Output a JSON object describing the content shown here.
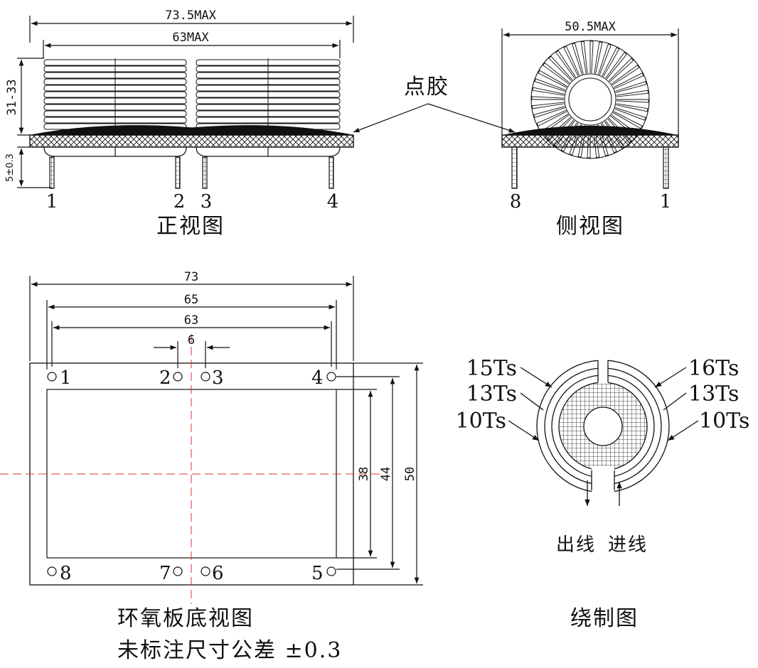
{
  "front_view": {
    "caption": "正视图",
    "dim_overall": "73.5MAX",
    "dim_inner": "63MAX",
    "dim_height": "31-33",
    "dim_pin": "5±0.3",
    "pins": [
      "1",
      "2",
      "3",
      "4"
    ]
  },
  "side_view": {
    "caption": "侧视图",
    "dim_width": "50.5MAX",
    "glue_label": "点胶",
    "pins": [
      "8",
      "1"
    ]
  },
  "bottom_view": {
    "caption": "环氧板底视图",
    "tolerance_note": "未标注尺寸公差 ±0.3",
    "dim_73": "73",
    "dim_65": "65",
    "dim_63": "63",
    "dim_6": "6",
    "dim_38": "38",
    "dim_44": "44",
    "dim_50": "50",
    "pins_top": [
      "1",
      "2",
      "3",
      "4"
    ],
    "pins_bottom": [
      "8",
      "7",
      "6",
      "5"
    ]
  },
  "winding": {
    "caption": "绕制图",
    "left_labels": [
      "15Ts",
      "13Ts",
      "10Ts"
    ],
    "right_labels": [
      "16Ts",
      "13Ts",
      "10Ts"
    ],
    "out_label": "出线",
    "in_label": "进线"
  },
  "colors": {
    "line": "#111111",
    "centerline": "#e03030",
    "glue": "#111111"
  }
}
